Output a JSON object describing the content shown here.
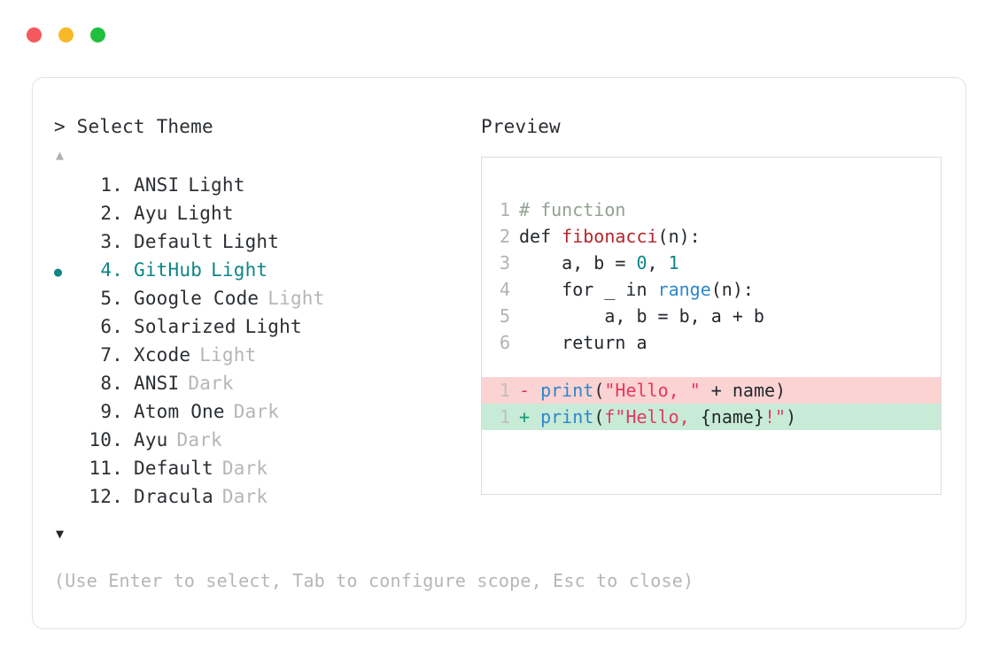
{
  "window": {
    "traffic_lights": [
      {
        "name": "close-dot",
        "color": "#f4595b"
      },
      {
        "name": "minimize-dot",
        "color": "#f7b928"
      },
      {
        "name": "maximize-dot",
        "color": "#21bf3e"
      }
    ]
  },
  "picker": {
    "title": "> Select Theme",
    "scroll_up_icon": "▲",
    "scroll_down_icon": "▼",
    "selected_marker": "●",
    "hint": "(Use Enter to select, Tab to configure scope, Esc to close)",
    "items": [
      {
        "index": "1.",
        "name": "ANSI",
        "suffix": "Light",
        "suffix_muted": false,
        "selected": false,
        "marker": ""
      },
      {
        "index": "2.",
        "name": "Ayu",
        "suffix": "Light",
        "suffix_muted": false,
        "selected": false,
        "marker": ""
      },
      {
        "index": "3.",
        "name": "Default",
        "suffix": "Light",
        "suffix_muted": false,
        "selected": false,
        "marker": ""
      },
      {
        "index": "4.",
        "name": "GitHub",
        "suffix": "Light",
        "suffix_muted": false,
        "selected": true,
        "marker": "●"
      },
      {
        "index": "5.",
        "name": "Google Code",
        "suffix": "Light",
        "suffix_muted": true,
        "selected": false,
        "marker": ""
      },
      {
        "index": "6.",
        "name": "Solarized",
        "suffix": "Light",
        "suffix_muted": false,
        "selected": false,
        "marker": ""
      },
      {
        "index": "7.",
        "name": "Xcode",
        "suffix": "Light",
        "suffix_muted": true,
        "selected": false,
        "marker": ""
      },
      {
        "index": "8.",
        "name": "ANSI",
        "suffix": "Dark",
        "suffix_muted": true,
        "selected": false,
        "marker": ""
      },
      {
        "index": "9.",
        "name": "Atom One",
        "suffix": "Dark",
        "suffix_muted": true,
        "selected": false,
        "marker": ""
      },
      {
        "index": "10.",
        "name": "Ayu",
        "suffix": "Dark",
        "suffix_muted": true,
        "selected": false,
        "marker": ""
      },
      {
        "index": "11.",
        "name": "Default",
        "suffix": "Dark",
        "suffix_muted": true,
        "selected": false,
        "marker": ""
      },
      {
        "index": "12.",
        "name": "Dracula",
        "suffix": "Dark",
        "suffix_muted": true,
        "selected": false,
        "marker": ""
      }
    ]
  },
  "preview": {
    "title": "Preview",
    "code_lines": [
      {
        "ln": "1",
        "tokens": [
          {
            "t": "# function",
            "c": "comment"
          }
        ]
      },
      {
        "ln": "2",
        "tokens": [
          {
            "t": "def ",
            "c": "plain"
          },
          {
            "t": "fibonacci",
            "c": "func"
          },
          {
            "t": "(n):",
            "c": "plain"
          }
        ]
      },
      {
        "ln": "3",
        "tokens": [
          {
            "t": "    a, b = ",
            "c": "plain"
          },
          {
            "t": "0",
            "c": "number"
          },
          {
            "t": ", ",
            "c": "plain"
          },
          {
            "t": "1",
            "c": "number"
          }
        ]
      },
      {
        "ln": "4",
        "tokens": [
          {
            "t": "    for _ in ",
            "c": "plain"
          },
          {
            "t": "range",
            "c": "builtin"
          },
          {
            "t": "(n):",
            "c": "plain"
          }
        ]
      },
      {
        "ln": "5",
        "tokens": [
          {
            "t": "        a, b = b, a + b",
            "c": "plain"
          }
        ]
      },
      {
        "ln": "6",
        "tokens": [
          {
            "t": "    return a",
            "c": "plain"
          }
        ]
      }
    ],
    "diff_lines": [
      {
        "ln": "1",
        "kind": "del",
        "sign": "-",
        "tokens": [
          {
            "t": " ",
            "c": "plain"
          },
          {
            "t": "print",
            "c": "builtin"
          },
          {
            "t": "(",
            "c": "plain"
          },
          {
            "t": "\"Hello, \"",
            "c": "string"
          },
          {
            "t": " + name)",
            "c": "plain"
          }
        ]
      },
      {
        "ln": "1",
        "kind": "add",
        "sign": "+",
        "tokens": [
          {
            "t": " ",
            "c": "plain"
          },
          {
            "t": "print",
            "c": "builtin"
          },
          {
            "t": "(",
            "c": "plain"
          },
          {
            "t": "f\"Hello, ",
            "c": "string"
          },
          {
            "t": "{name}",
            "c": "plain"
          },
          {
            "t": "!\"",
            "c": "string"
          },
          {
            "t": ")",
            "c": "plain"
          }
        ]
      }
    ]
  }
}
